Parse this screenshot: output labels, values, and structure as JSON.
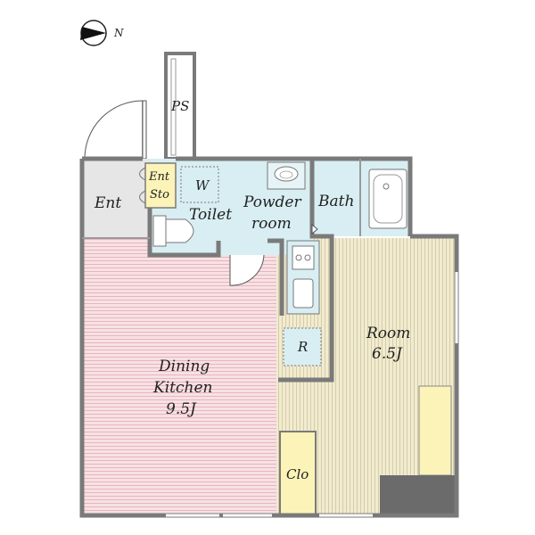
{
  "compass": {
    "north_label": "N"
  },
  "labels": {
    "ps": "PS",
    "entrance": "Ent",
    "entrance_storage_line1": "Ent",
    "entrance_storage_line2": "Sto",
    "washer": "W",
    "toilet": "Toilet",
    "powder_room_line1": "Powder",
    "powder_room_line2": "room",
    "bath": "Bath",
    "fridge": "R",
    "room_name": "Room",
    "room_size": "6.5J",
    "dk_line1": "Dining",
    "dk_line2": "Kitchen",
    "dk_size": "9.5J",
    "closet": "Clo"
  },
  "colors": {
    "wall": "#7a7a7a",
    "dining_kitchen_floor": "#f4d6da",
    "room_floor": "#ece5c4",
    "wet_area_floor": "#d8eef3",
    "entrance_floor": "#e6e6e6",
    "entrance_storage": "#fbf3b8",
    "closet": "#fbf3b8",
    "balcony": "#6b6b6b"
  }
}
